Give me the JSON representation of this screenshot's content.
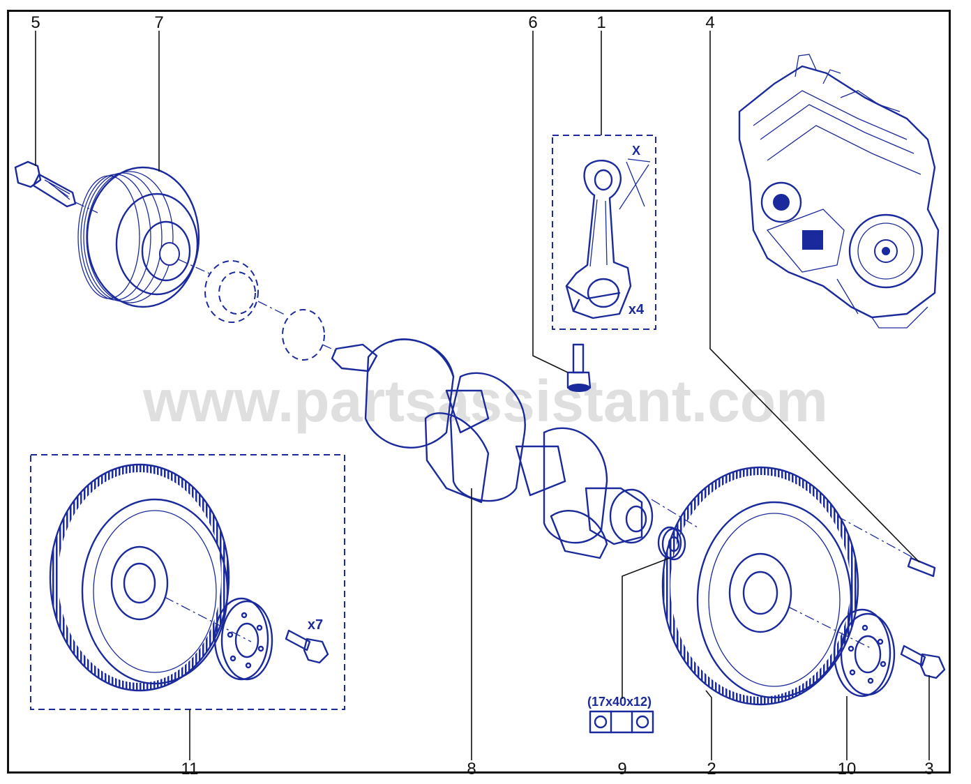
{
  "watermark": "www.partsassistant.com",
  "callouts": [
    "1",
    "2",
    "3",
    "4",
    "5",
    "6",
    "7",
    "8",
    "9",
    "10",
    "11"
  ],
  "labels": {
    "rod_dimension": "X",
    "rod_quantity": "x4",
    "flywheel_bolt_quantity": "x7",
    "bearing_size": "(17x40x12)"
  },
  "colors": {
    "drawing": "#1a2a9c",
    "leader": "#111111",
    "watermark": "#cfcfcf"
  }
}
